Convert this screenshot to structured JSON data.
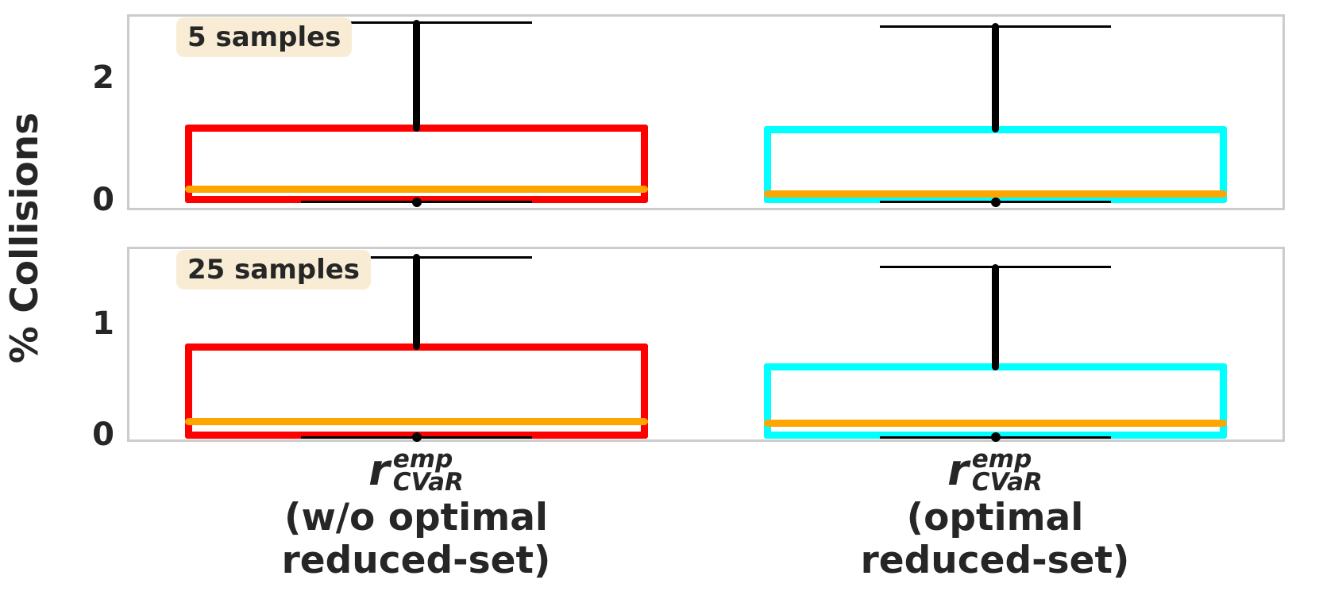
{
  "figure": {
    "background": "#ffffff",
    "frame_color": "#cccccc",
    "text_color": "#262626"
  },
  "chart_data": {
    "type": "boxplot",
    "orientation": "vertical",
    "grid": false,
    "ylabel": "% Collisions",
    "colors": {
      "box_without_optimal": "#ff0000",
      "box_optimal": "#00ffff",
      "median": "#ffa500",
      "whisker": "#000000",
      "badge_bg": "#f8ecd5",
      "text": "#262626"
    },
    "x_fracs": [
      0.25,
      0.75
    ],
    "box_width_frac": 0.4,
    "cap_width_frac": 0.2,
    "categories": [
      {
        "id": "wo-optimal-reduced-set",
        "formula": {
          "base": "r",
          "sup": "emp",
          "sub": "CVaR"
        },
        "line2": "(w/o optimal",
        "line3": "reduced-set)"
      },
      {
        "id": "optimal-reduced-set",
        "formula": {
          "base": "r",
          "sup": "emp",
          "sub": "CVaR"
        },
        "line2": "(optimal",
        "line3": "reduced-set)"
      }
    ],
    "panels": [
      {
        "label": "5 samples",
        "ylim": [
          -0.17,
          3.04
        ],
        "yticks": [
          {
            "value": 0,
            "label": "0"
          },
          {
            "value": 2,
            "label": "2"
          }
        ],
        "boxes": [
          {
            "category": "wo-optimal-reduced-set",
            "color": "#ff0000",
            "whisker_low": 0.0,
            "q1": 0.0,
            "median": 0.18,
            "q3": 1.17,
            "whisker_high": 2.9
          },
          {
            "category": "optimal-reduced-set",
            "color": "#00ffff",
            "whisker_low": 0.0,
            "q1": 0.0,
            "median": 0.09,
            "q3": 1.15,
            "whisker_high": 2.84
          }
        ]
      },
      {
        "label": "25 samples",
        "ylim": [
          -0.064,
          1.693
        ],
        "yticks": [
          {
            "value": 0,
            "label": "0"
          },
          {
            "value": 1,
            "label": "1"
          }
        ],
        "boxes": [
          {
            "category": "wo-optimal-reduced-set",
            "color": "#ff0000",
            "whisker_low": 0.0,
            "q1": 0.0,
            "median": 0.12,
            "q3": 0.79,
            "whisker_high": 1.6
          },
          {
            "category": "optimal-reduced-set",
            "color": "#00ffff",
            "whisker_low": 0.0,
            "q1": 0.0,
            "median": 0.105,
            "q3": 0.61,
            "whisker_high": 1.51
          }
        ]
      }
    ]
  }
}
